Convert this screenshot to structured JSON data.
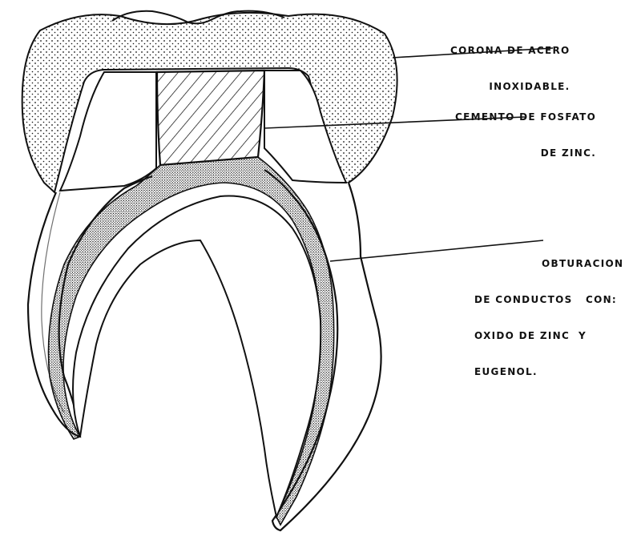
{
  "labels": {
    "crown": [
      "CORONA DE ACERO",
      "INOXIDABLE."
    ],
    "cement": [
      "CEMENTO DE FOSFATO",
      "DE ZINC."
    ],
    "filling": [
      "OBTURACION",
      "DE CONDUCTOS   CON:",
      "OXIDO DE ZINC  Y",
      "EUGENOL."
    ]
  },
  "colors": {
    "ink": "#111111",
    "paper": "#ffffff"
  }
}
